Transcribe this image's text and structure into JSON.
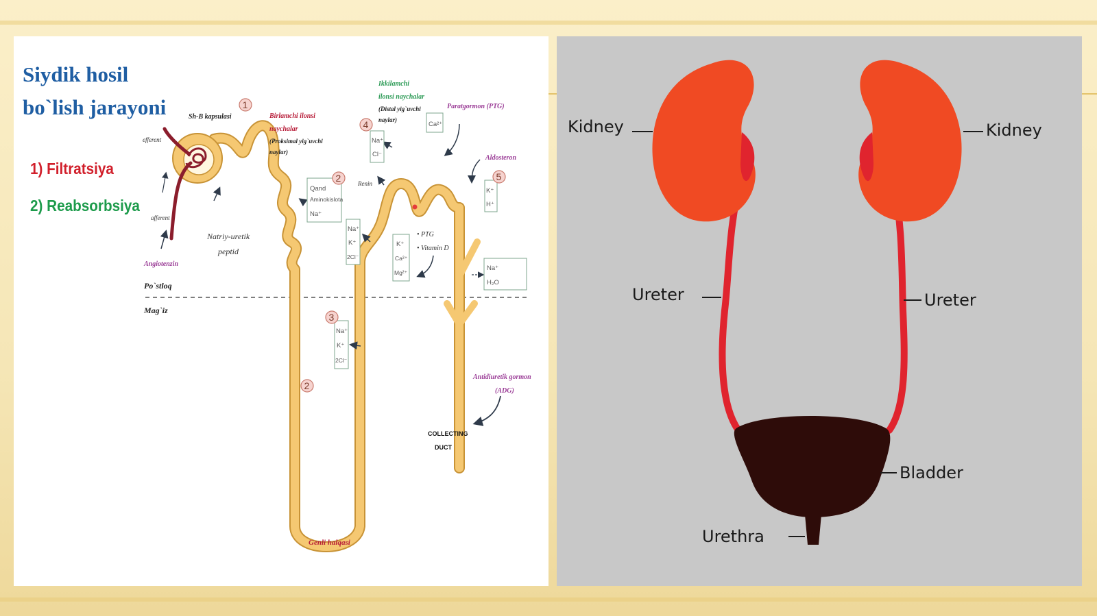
{
  "left_panel": {
    "title_line1": "Siydik hosil",
    "title_line2": "bo`lish jarayoni",
    "step1": "1) Filtratsiya",
    "step2": "2) Reabsorbsiya",
    "labels": {
      "capsule": "Sh-B kapsulasi",
      "efferent": "efferent",
      "afferent": "afferent",
      "angiotensin": "Angiotenzin",
      "natriuretic_1": "Natriy-uretik",
      "natriuretic_2": "peptid",
      "primary_1": "Birlamchi ilonsi",
      "primary_2": "naychalar",
      "primary_3": "(Proksimal yig`uvchi",
      "primary_4": "naylar)",
      "secondary_1": "Ikkilamchi",
      "secondary_2": "ilonsi naychalar",
      "secondary_3": "(Distal yig`uvchi",
      "secondary_4": "naylar)",
      "parathyroid": "Paratgormon (PTG)",
      "aldosterone": "Aldosteron",
      "renin": "Renin",
      "cortex": "Po`stloq",
      "medulla": "Mag`iz",
      "ptg_bullet": "• PTG",
      "vitd_bullet": "• Vitamin D",
      "adh_1": "Antidiuretik gormon",
      "adh_2": "(ADG)",
      "collecting_1": "COLLECTING",
      "collecting_2": "DUCT",
      "loop": "Genli halqasi"
    },
    "markers": [
      "1",
      "2",
      "2",
      "3",
      "4",
      "5"
    ],
    "ion_boxes": {
      "box2": [
        "Qand",
        "Aminokislota",
        "Na⁺"
      ],
      "box4": [
        "Na⁺",
        "Cl⁻"
      ],
      "box_ca": [
        "Ca²⁺"
      ],
      "box5": [
        "K⁺",
        "H⁺"
      ],
      "box_mid": [
        "Na⁺",
        "K⁺",
        "2Cl⁻"
      ],
      "box_kca": [
        "K⁺",
        "Ca²⁺",
        "Mg²⁺"
      ],
      "box_h2o": [
        "Na⁺",
        "H₂O"
      ],
      "box3": [
        "Na⁺",
        "K⁺",
        "2Cl⁻"
      ]
    }
  },
  "right_panel": {
    "kidney_left": "Kidney",
    "kidney_right": "Kidney",
    "ureter_left": "Ureter",
    "ureter_right": "Ureter",
    "bladder": "Bladder",
    "urethra": "Urethra"
  },
  "colors": {
    "tubule": "#f5c872",
    "vessel": "#8b1d2c",
    "kidney": "#f04a23",
    "ureter": "#e0242e",
    "bladder": "#2e0c09",
    "right_bg": "#c8c8c8",
    "title": "#1f5ea3"
  }
}
